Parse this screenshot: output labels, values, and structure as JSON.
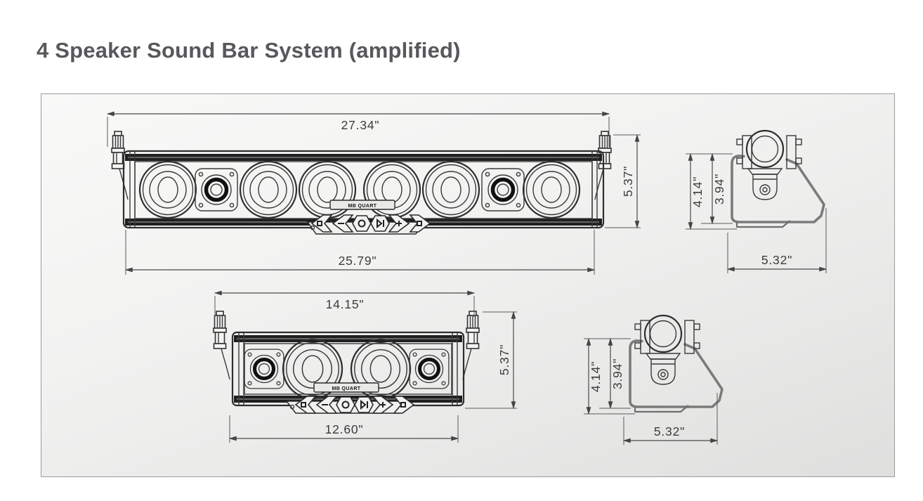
{
  "page_title": "4 Speaker Sound Bar System (amplified)",
  "diagram": {
    "soundbar_large": {
      "view": "8-driver sound bar front view",
      "overall_width": "27.34\"",
      "body_width": "25.79\"",
      "height": "5.37\"",
      "badge": "MB QUART"
    },
    "soundbar_small": {
      "view": "4-driver sound bar front view",
      "overall_width": "14.15\"",
      "body_width": "12.60\"",
      "height": "5.37\"",
      "badge": "MB QUART"
    },
    "bracket_top": {
      "view": "mounting bracket side view",
      "clamp_height": "4.14\"",
      "body_height": "3.94\"",
      "base_width": "5.32\""
    },
    "bracket_bottom": {
      "view": "mounting bracket side view",
      "clamp_height": "4.14\"",
      "body_height": "3.94\"",
      "base_width": "5.32\""
    }
  }
}
